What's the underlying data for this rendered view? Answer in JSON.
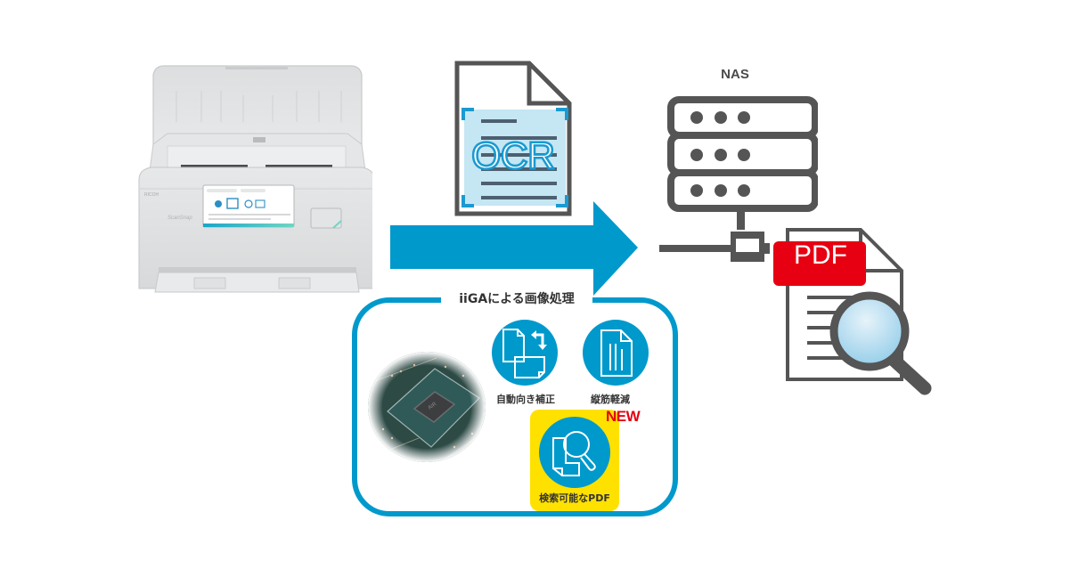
{
  "diagram": {
    "description": "Scanner to NAS workflow with OCR and iiGA image processing",
    "scanner": {
      "brand": "RICOH",
      "model": "ScanSnap",
      "name": "document scanner"
    },
    "ocr_document": {
      "text": "OCR"
    },
    "flow_arrow": {
      "direction": "right"
    },
    "nas": {
      "label": "NAS"
    },
    "output_document": {
      "tag": "PDF"
    },
    "iiga_panel": {
      "title": "iiGAによる画像処理",
      "features": [
        {
          "label": "自動向き補正",
          "icon": "auto-rotate-icon",
          "is_new": false
        },
        {
          "label": "縦筋軽減",
          "icon": "vertical-streak-reduction-icon",
          "is_new": false
        },
        {
          "label": "検索可能なPDF",
          "icon": "searchable-pdf-icon",
          "is_new": true
        }
      ],
      "new_badge": "NEW"
    },
    "colors": {
      "accent_blue": "#0099cc",
      "icon_gray": "#555555",
      "pdf_red": "#e60012",
      "highlight_yellow": "#ffe100",
      "ocr_fill": "#c5e6f3"
    }
  }
}
